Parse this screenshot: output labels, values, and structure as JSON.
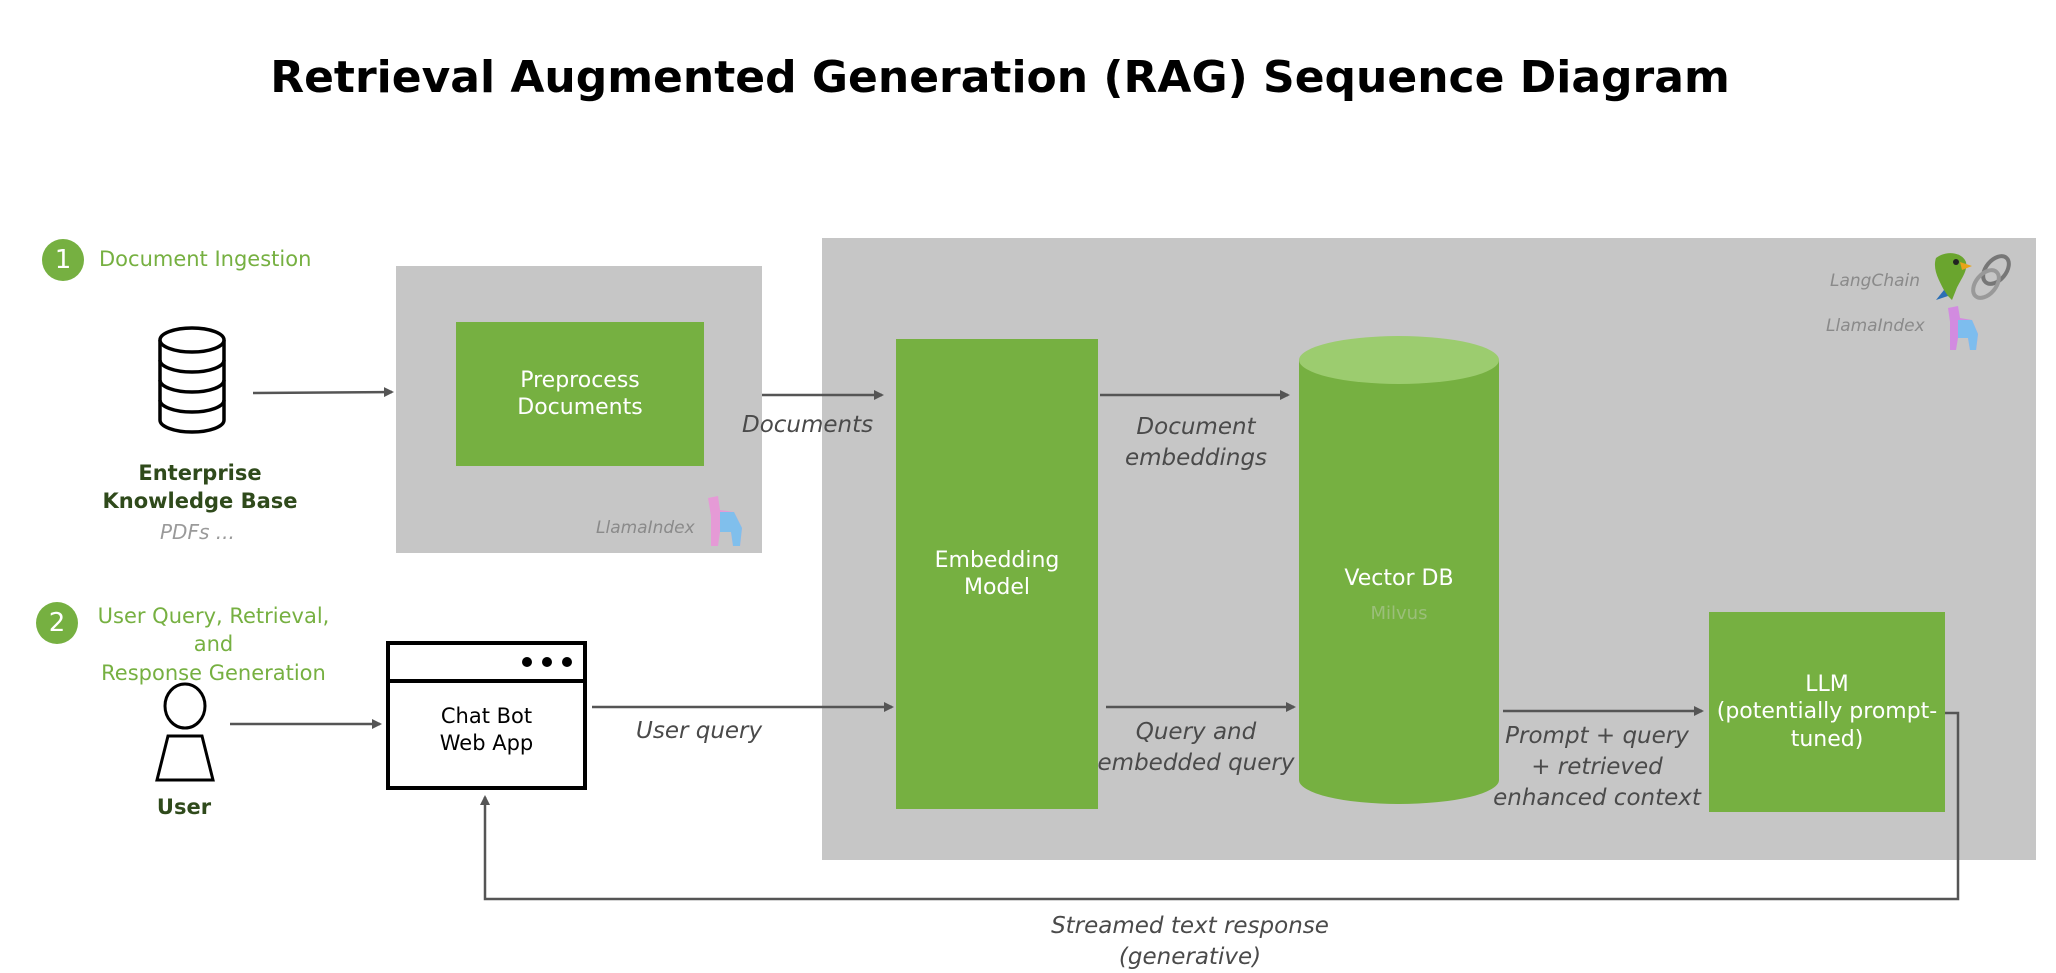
{
  "title": "Retrieval Augmented Generation (RAG) Sequence Diagram",
  "steps": [
    {
      "number": "1",
      "label": "Document Ingestion"
    },
    {
      "number": "2",
      "label_line1": "User Query, Retrieval, and",
      "label_line2": "Response Generation"
    }
  ],
  "knowledge_base": {
    "line1": "Enterprise",
    "line2": "Knowledge Base",
    "sub": "PDFs ..."
  },
  "user": {
    "label": "User"
  },
  "preprocess": {
    "line1": "Preprocess",
    "line2": "Documents",
    "logo_text": "LlamaIndex"
  },
  "chat_app": {
    "line1": "Chat Bot",
    "line2": "Web App"
  },
  "embedding_model": {
    "line1": "Embedding",
    "line2": "Model"
  },
  "vector_db": {
    "label": "Vector DB",
    "sub": "Milvus"
  },
  "llm": {
    "line1": "LLM",
    "line2": "(potentially prompt-",
    "line3": "tuned)"
  },
  "logos": {
    "langchain": "LangChain",
    "llamaindex": "LlamaIndex"
  },
  "edges": {
    "documents": "Documents",
    "doc_embeddings_1": "Document",
    "doc_embeddings_2": "embeddings",
    "user_query": "User query",
    "query_embedded_1": "Query and",
    "query_embedded_2": "embedded query",
    "prompt_1": "Prompt + query",
    "prompt_2": "+ retrieved",
    "prompt_3": "enhanced context",
    "streamed": "Streamed text response (generative)"
  },
  "colors": {
    "green": "#76b041",
    "panel_grey": "#c6c6c6",
    "arrow": "#555555"
  }
}
